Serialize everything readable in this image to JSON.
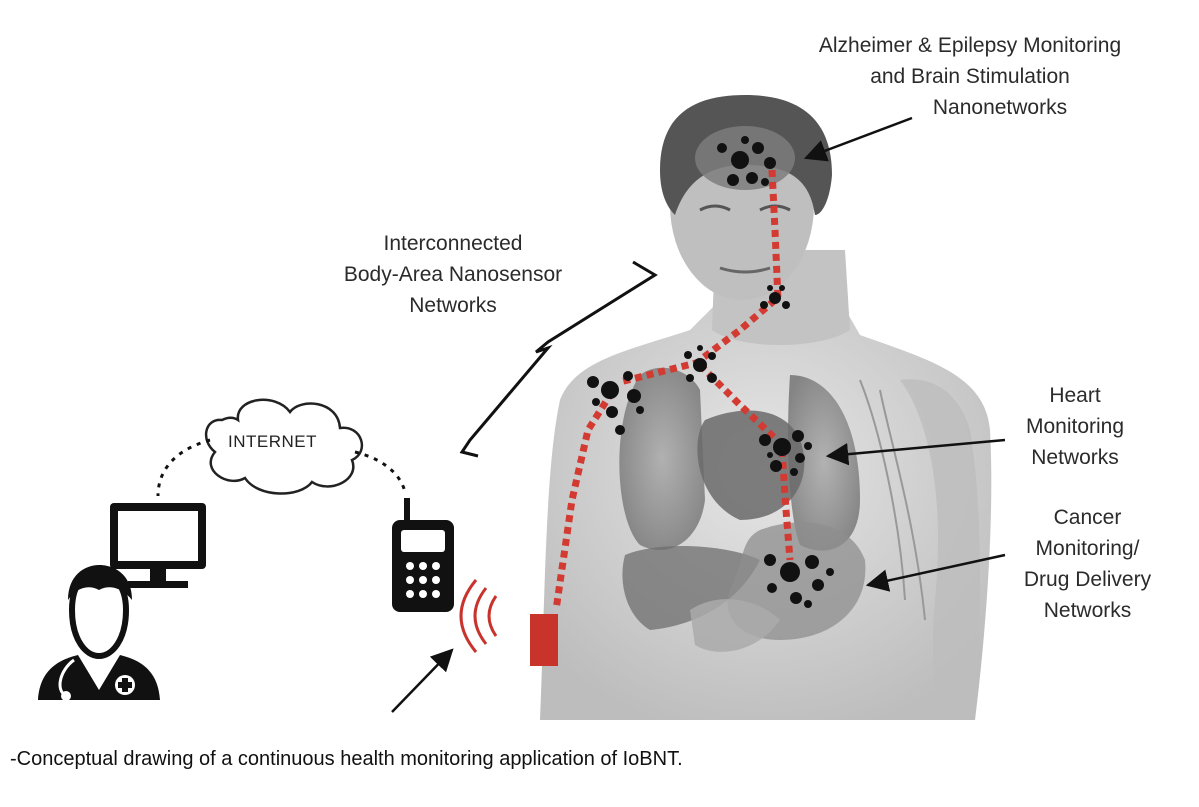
{
  "labels": {
    "brain": [
      "Alzheimer & Epilepsy Monitoring",
      "and Brain Stimulation",
      "Nanonetworks"
    ],
    "interconnected": [
      "Interconnected",
      "Body-Area Nanosensor",
      "Networks"
    ],
    "heart": [
      "Heart",
      "Monitoring",
      "Networks"
    ],
    "cancer": [
      "Cancer",
      "Monitoring/",
      "Drug Delivery",
      "Networks"
    ],
    "internet": "INTERNET"
  },
  "caption": "-Conceptual drawing of a continuous health monitoring application of IoBNT.",
  "colors": {
    "link": "#d23a32",
    "node": "#111111",
    "body": "#c9c9c9",
    "organ": "#8a8a8a",
    "device": "#c8342c"
  },
  "icons": [
    "doctor-icon",
    "monitor-icon",
    "cloud-icon",
    "phone-icon",
    "wireless-signal-icon",
    "gateway-device-icon"
  ]
}
